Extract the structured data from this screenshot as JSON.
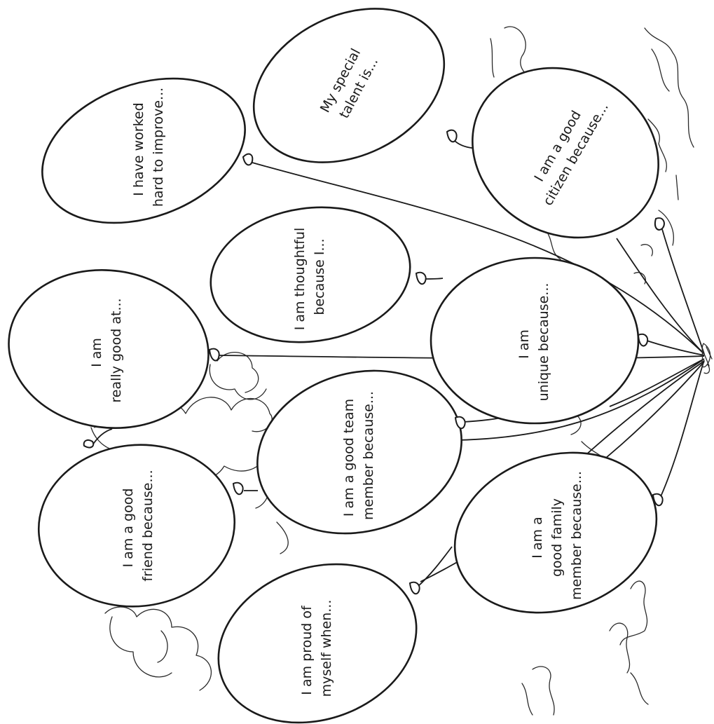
{
  "balloons": [
    {
      "id": "worked-hard",
      "line1": "I have worked",
      "line2": "hard to improve..."
    },
    {
      "id": "special-talent",
      "line1": "My special",
      "line2": "talent is..."
    },
    {
      "id": "good-citizen",
      "line1": "I am a good",
      "line2": "citizen because..."
    },
    {
      "id": "really-good-at",
      "line1": "I am",
      "line2": "really good at..."
    },
    {
      "id": "thoughtful",
      "line1": "I am thoughtful",
      "line2": "because I..."
    },
    {
      "id": "unique",
      "line1": "I am",
      "line2": "unique because..."
    },
    {
      "id": "good-friend",
      "line1": "I am a good",
      "line2": "friend because..."
    },
    {
      "id": "team-member",
      "line1": "I am a good team",
      "line2": "member because..."
    },
    {
      "id": "family-member",
      "line1": "I am a",
      "line2": "good family",
      "line3": "member because..."
    },
    {
      "id": "proud-of-myself",
      "line1": "I am proud of",
      "line2": "myself when..."
    }
  ]
}
